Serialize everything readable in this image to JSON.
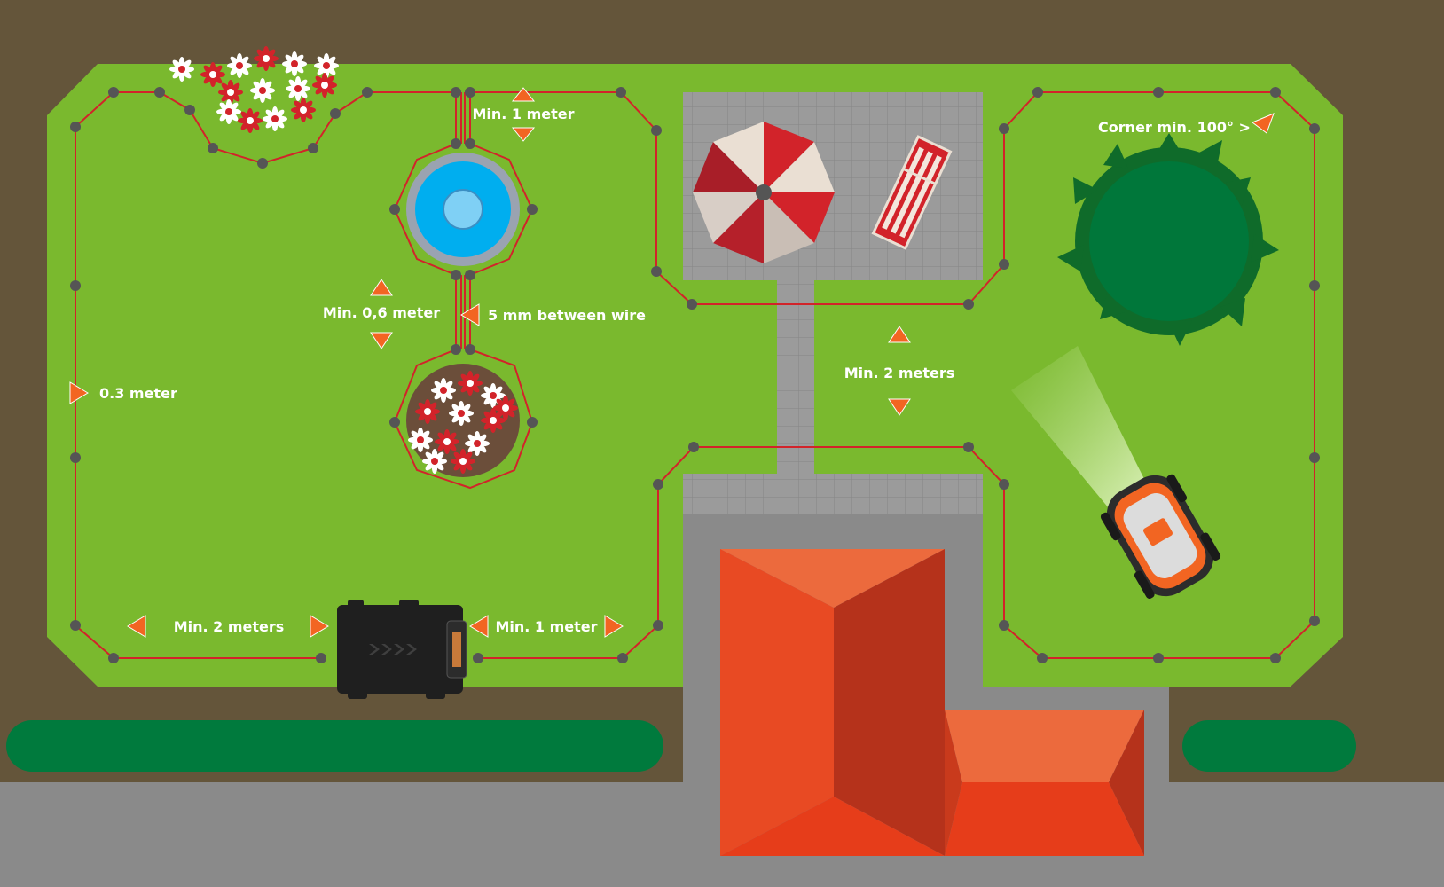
{
  "labels": {
    "min1_top": "Min. 1 meter",
    "corner": "Corner min. 100° >",
    "min06": "Min. 0,6 meter",
    "wire_gap": "5 mm between wire",
    "min2_mid": "Min. 2 meters",
    "edge03": "0.3 meter",
    "min2_bottom": "Min. 2 meters",
    "min1_bottom": "Min. 1 meter"
  },
  "colors": {
    "soil": "#64553a",
    "lawn": "#7ab92e",
    "hedge": "#007a3d",
    "road": "#8a8a8a",
    "paving": "#9a9a9a",
    "wire": "#d2232a",
    "peg": "#555555",
    "arrow": "#f26522",
    "roof_light": "#ec6a3d",
    "roof_mid": "#e84a23",
    "roof_dark": "#b5321b",
    "mower": "#f26522"
  }
}
